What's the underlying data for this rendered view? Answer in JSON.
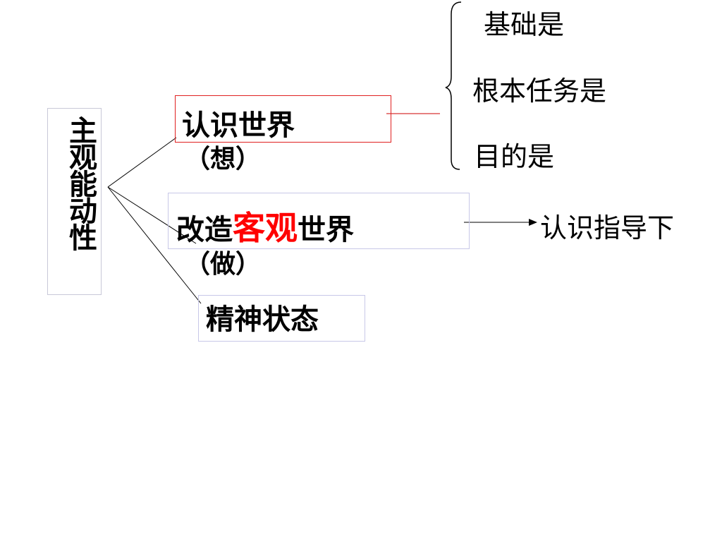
{
  "root": {
    "label": "主观能动性"
  },
  "branches": {
    "think": {
      "line1": "认识世界",
      "line2": "（想）"
    },
    "do": {
      "prefix": "改造",
      "highlight": "客观",
      "suffix": "世界",
      "line2": "（做）"
    },
    "spirit": {
      "label": "精神状态"
    }
  },
  "bracket_items": [
    "基础是",
    "根本任务是",
    "目的是"
  ],
  "arrow_target": "认识指导下",
  "colors": {
    "highlight": "#ff0000",
    "connector_red": "#cc0000",
    "box_red": "#e02020"
  }
}
